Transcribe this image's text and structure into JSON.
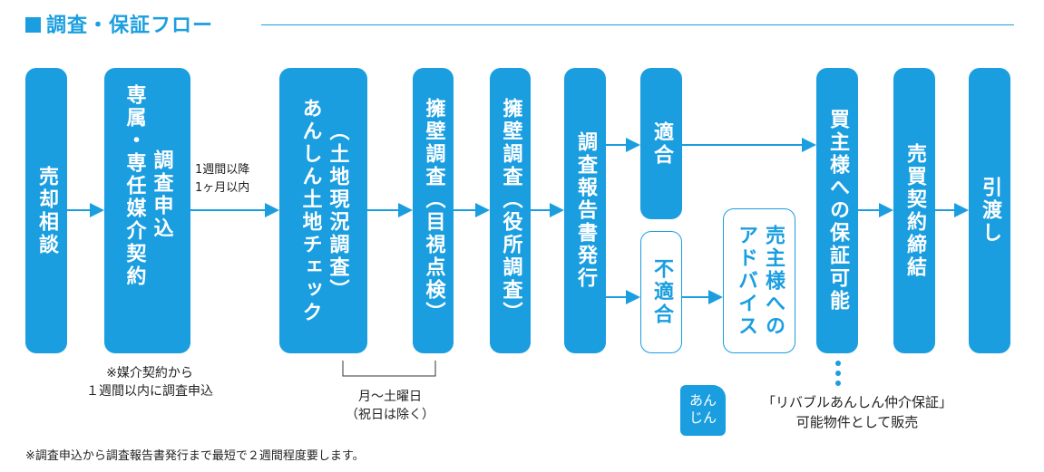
{
  "title": "調査・保証フロー",
  "steps": {
    "s1": "売却相談",
    "s2a": "専属・専任媒介契約",
    "s2b": "調査申込",
    "s3a": "あんしん土地チェック",
    "s3b": "（土地現況調査）",
    "s4a": "擁壁調査",
    "s4b": "（目視点検）",
    "s5a": "擁壁調査",
    "s5b": "（役所調査）",
    "s6": "調査報告書発行",
    "ok": "適合",
    "ng": "不適合",
    "adv_a": "売主様への",
    "adv_b": "アドバイス",
    "s7": "買主様への保証可能",
    "s8": "売買契約締結",
    "s9": "引渡し"
  },
  "notes": {
    "interval_1": "1週間以降",
    "interval_2": "1ヶ月以内",
    "contract_1": "※媒介契約から",
    "contract_2": "１週間以内に調査申込",
    "days_1": "月～土曜日",
    "days_2": "（祝日は除く）",
    "guarantee_1": "「リバブルあんしん仲介保証」",
    "guarantee_2": "可能物件として販売",
    "footer": "※調査申込から調査報告書発行まで最短で２週間程度要します。"
  },
  "logo": {
    "line1": "あん",
    "line2": "じん"
  },
  "accent": "#1a9ee0"
}
